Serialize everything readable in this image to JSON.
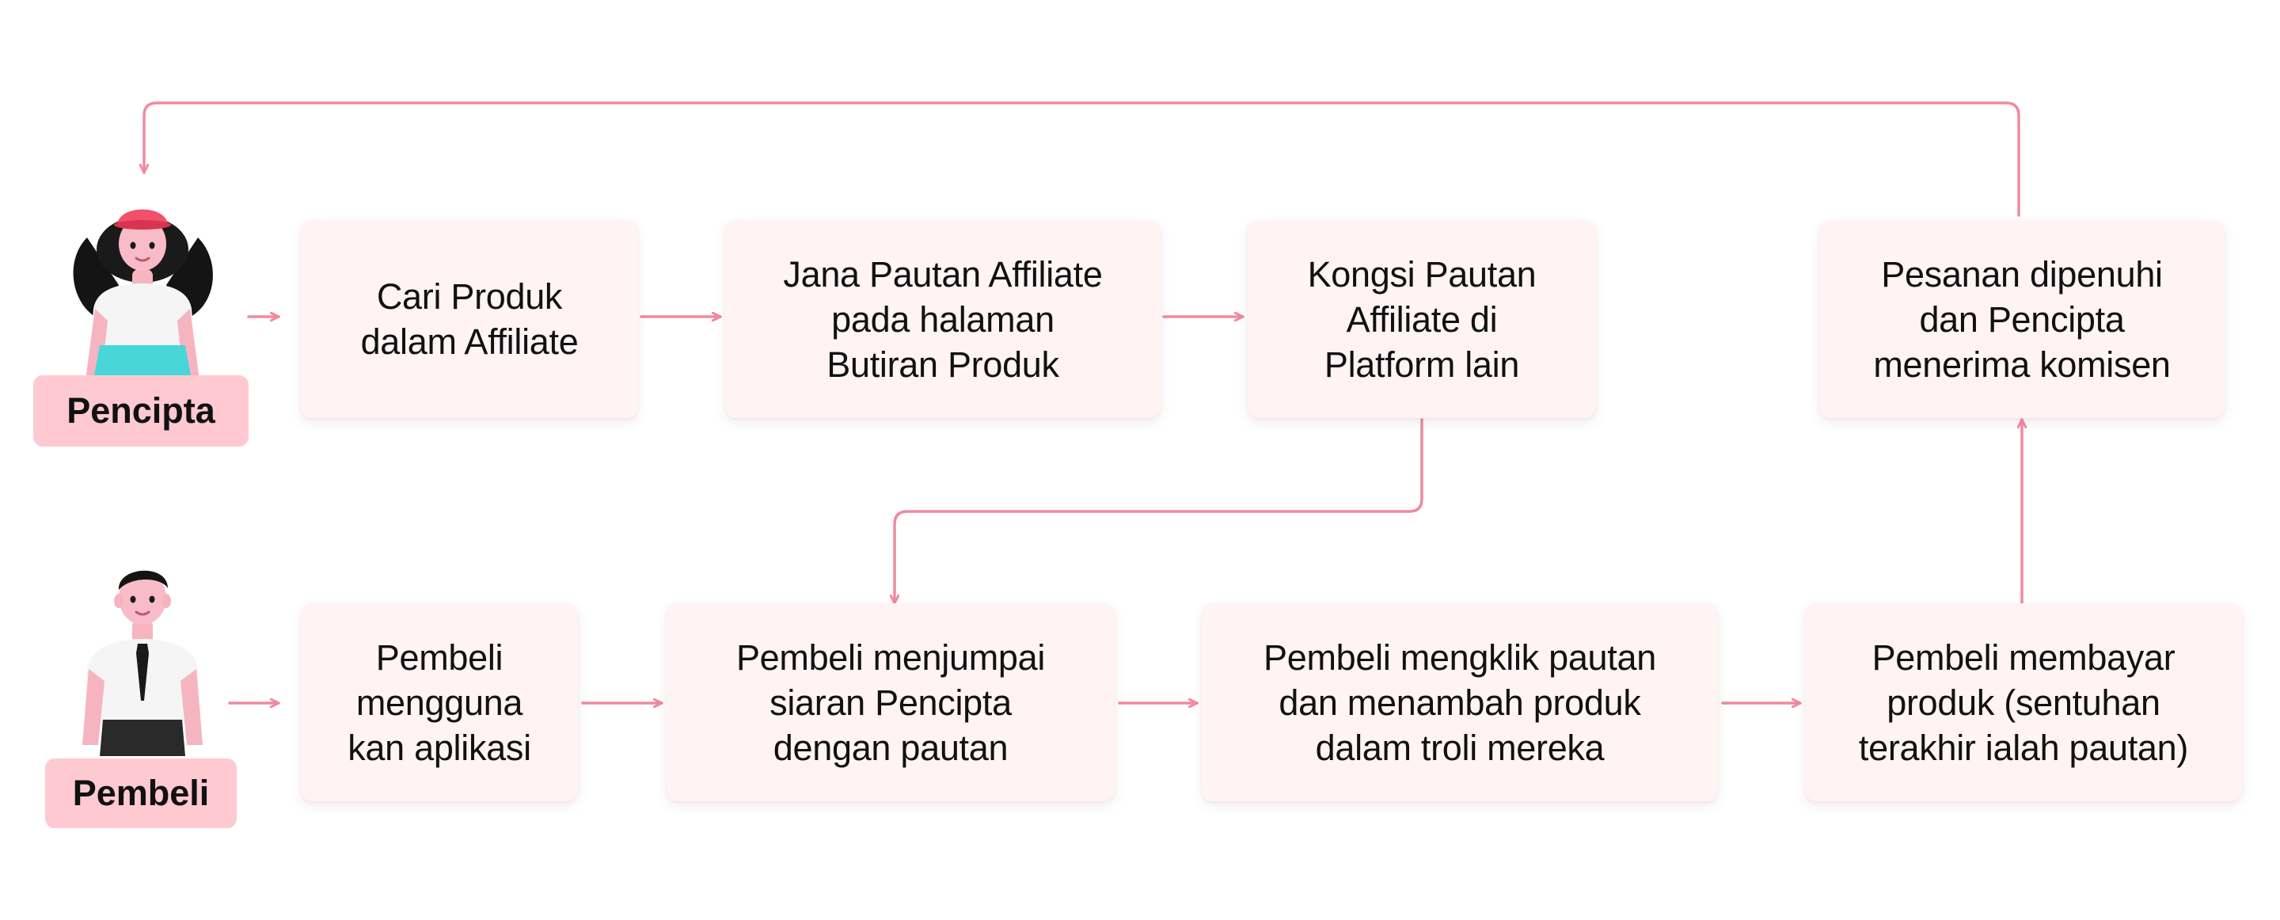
{
  "diagram": {
    "accent_color": "#f08aa0",
    "box_fill": "#fff3f4",
    "badge_fill": "#ffc9d1",
    "roles": {
      "creator": {
        "label": "Pencipta",
        "avatar_icon": "female-creator-avatar-icon"
      },
      "buyer": {
        "label": "Pembeli",
        "avatar_icon": "male-buyer-avatar-icon"
      }
    },
    "steps": [
      {
        "id": "cari-produk",
        "text": "Cari Produk\ndalam Affiliate"
      },
      {
        "id": "jana-pautan",
        "text": "Jana Pautan Affiliate\npada halaman\nButiran Produk"
      },
      {
        "id": "kongsi-pautan",
        "text": "Kongsi Pautan\nAffiliate di\nPlatform lain"
      },
      {
        "id": "pesanan-dipenuhi",
        "text": "Pesanan dipenuhi\ndan Pencipta\nmenerima komisen"
      },
      {
        "id": "pembeli-mengguna",
        "text": "Pembeli\nmengguna\nkan aplikasi"
      },
      {
        "id": "pembeli-menjumpai",
        "text": "Pembeli menjumpai\nsiaran Pencipta\ndengan pautan"
      },
      {
        "id": "pembeli-mengklik",
        "text": "Pembeli mengklik pautan\ndan menambah produk\ndalam troli mereka"
      },
      {
        "id": "pembeli-membayar",
        "text": "Pembeli membayar\nproduk (sentuhan\nterakhir ialah pautan)"
      }
    ]
  }
}
